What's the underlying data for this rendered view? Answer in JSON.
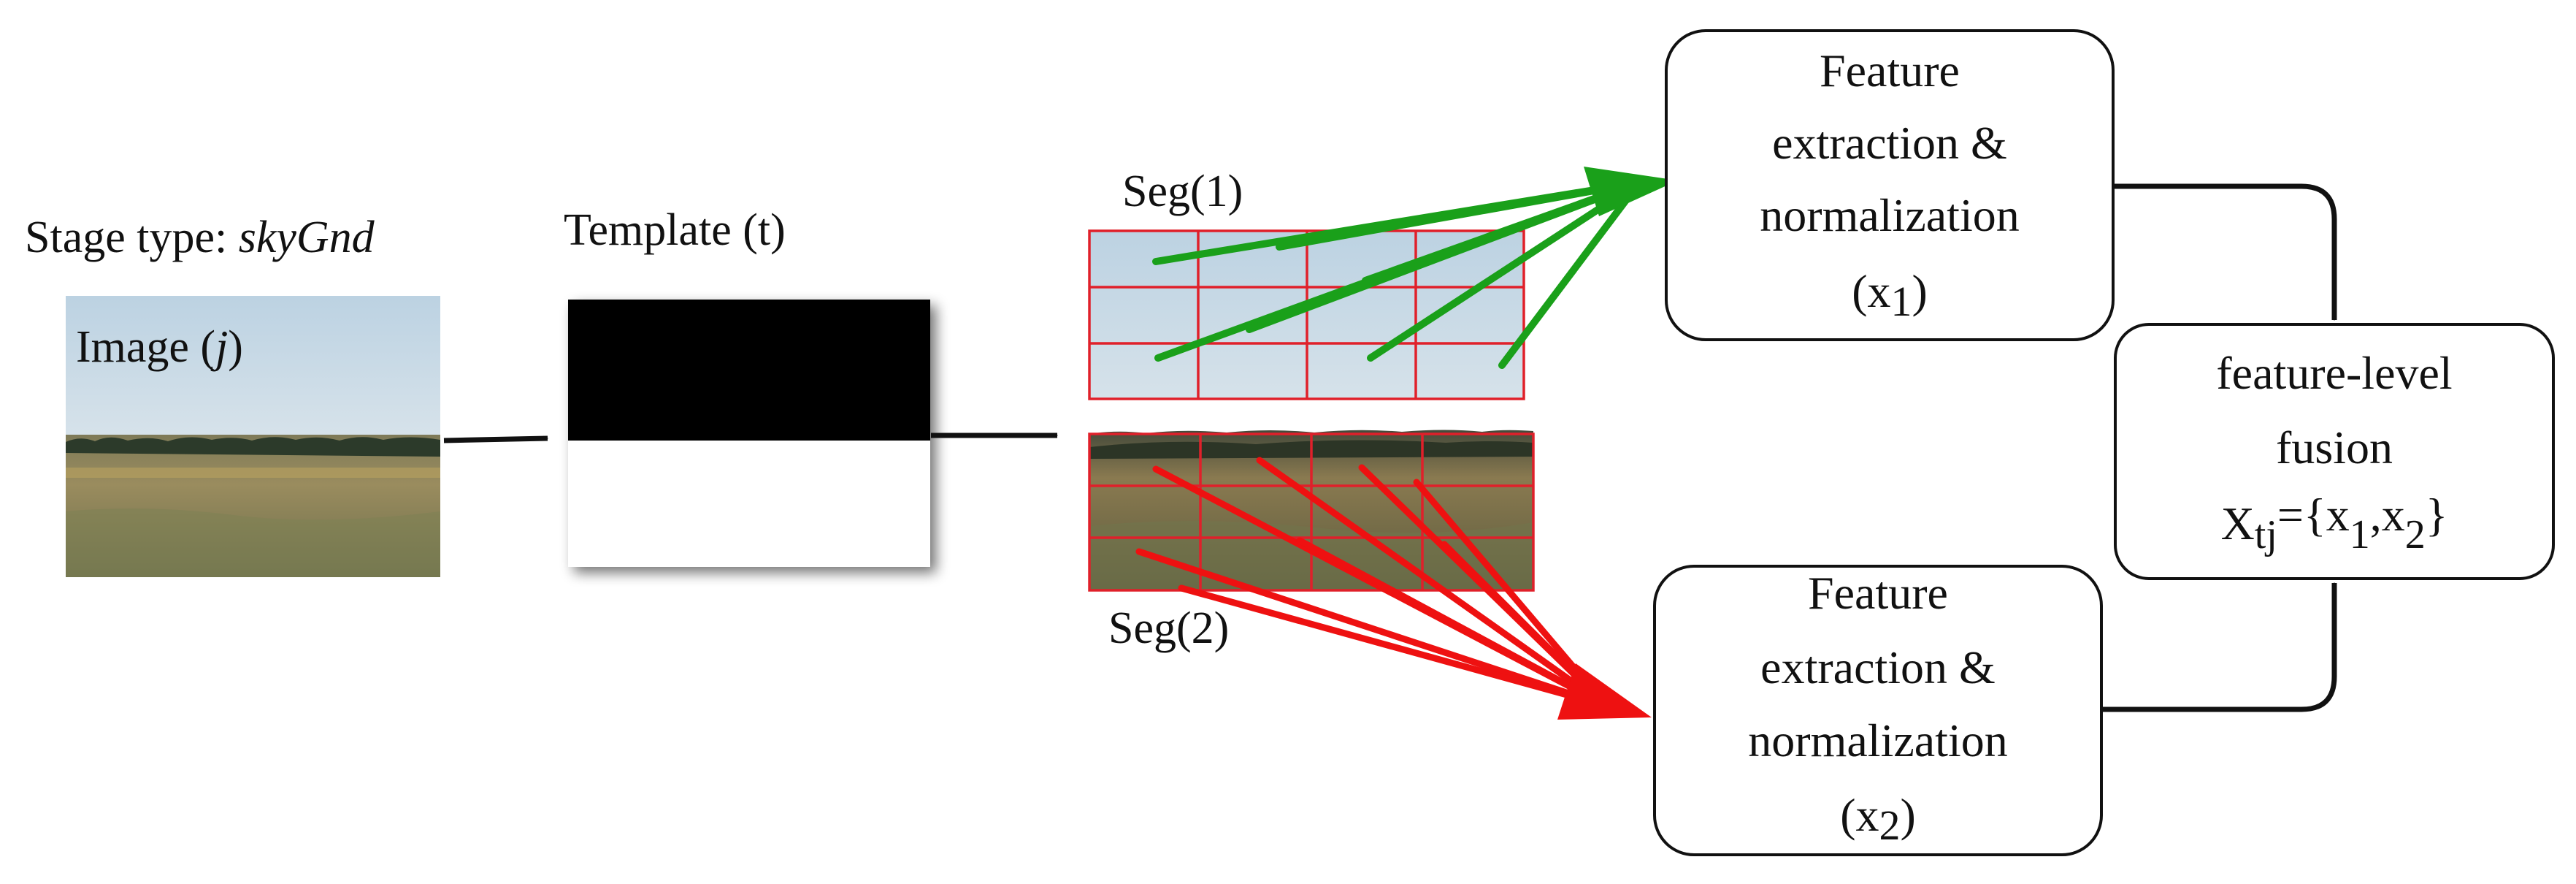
{
  "labels": {
    "stage_prefix": "Stage type: ",
    "stage_type": "skyGnd",
    "image_prefix": "Image (",
    "image_var": "j",
    "image_suffix": ")",
    "template": "Template (t)",
    "seg1": "Seg(1)",
    "seg2": "Seg(2)"
  },
  "box1": {
    "line1": "Feature",
    "line2": "extraction &",
    "line3": "normalization",
    "var_open": "(x",
    "var_sub": "1",
    "var_close": ")"
  },
  "box2": {
    "line1": "Feature",
    "line2": "extraction &",
    "line3": "normalization",
    "var_open": "(x",
    "var_sub": "2",
    "var_close": ")"
  },
  "fusion": {
    "line1": "feature-level",
    "line2": "fusion",
    "X": "X",
    "X_sub": "tj",
    "eq_open": "={x",
    "sub1": "1",
    "comma": ",x",
    "sub2": "2",
    "eq_close": "}"
  },
  "colors": {
    "green_arrows": "#1aa01a",
    "red_arrows": "#ee1111",
    "grid": "#e0202a",
    "ink": "#111111"
  }
}
